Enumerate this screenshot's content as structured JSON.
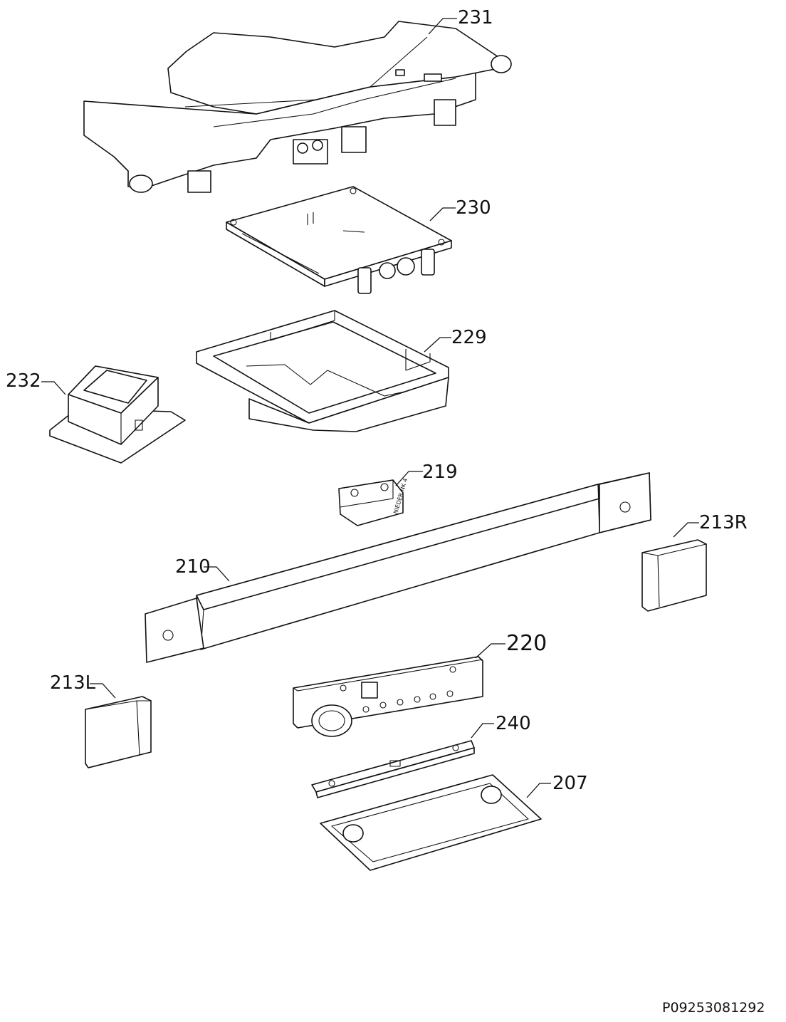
{
  "diagram": {
    "callouts": [
      {
        "id": "231",
        "label": "231"
      },
      {
        "id": "230",
        "label": "230"
      },
      {
        "id": "229",
        "label": "229"
      },
      {
        "id": "232",
        "label": "232"
      },
      {
        "id": "219",
        "label": "219"
      },
      {
        "id": "213R",
        "label": "213R"
      },
      {
        "id": "210",
        "label": "210"
      },
      {
        "id": "220",
        "label": "220"
      },
      {
        "id": "213L",
        "label": "213L"
      },
      {
        "id": "240",
        "label": "240"
      },
      {
        "id": "207",
        "label": "207"
      }
    ],
    "part_inscription": "NIEDER NK 4",
    "document_number": "P09253081292"
  }
}
